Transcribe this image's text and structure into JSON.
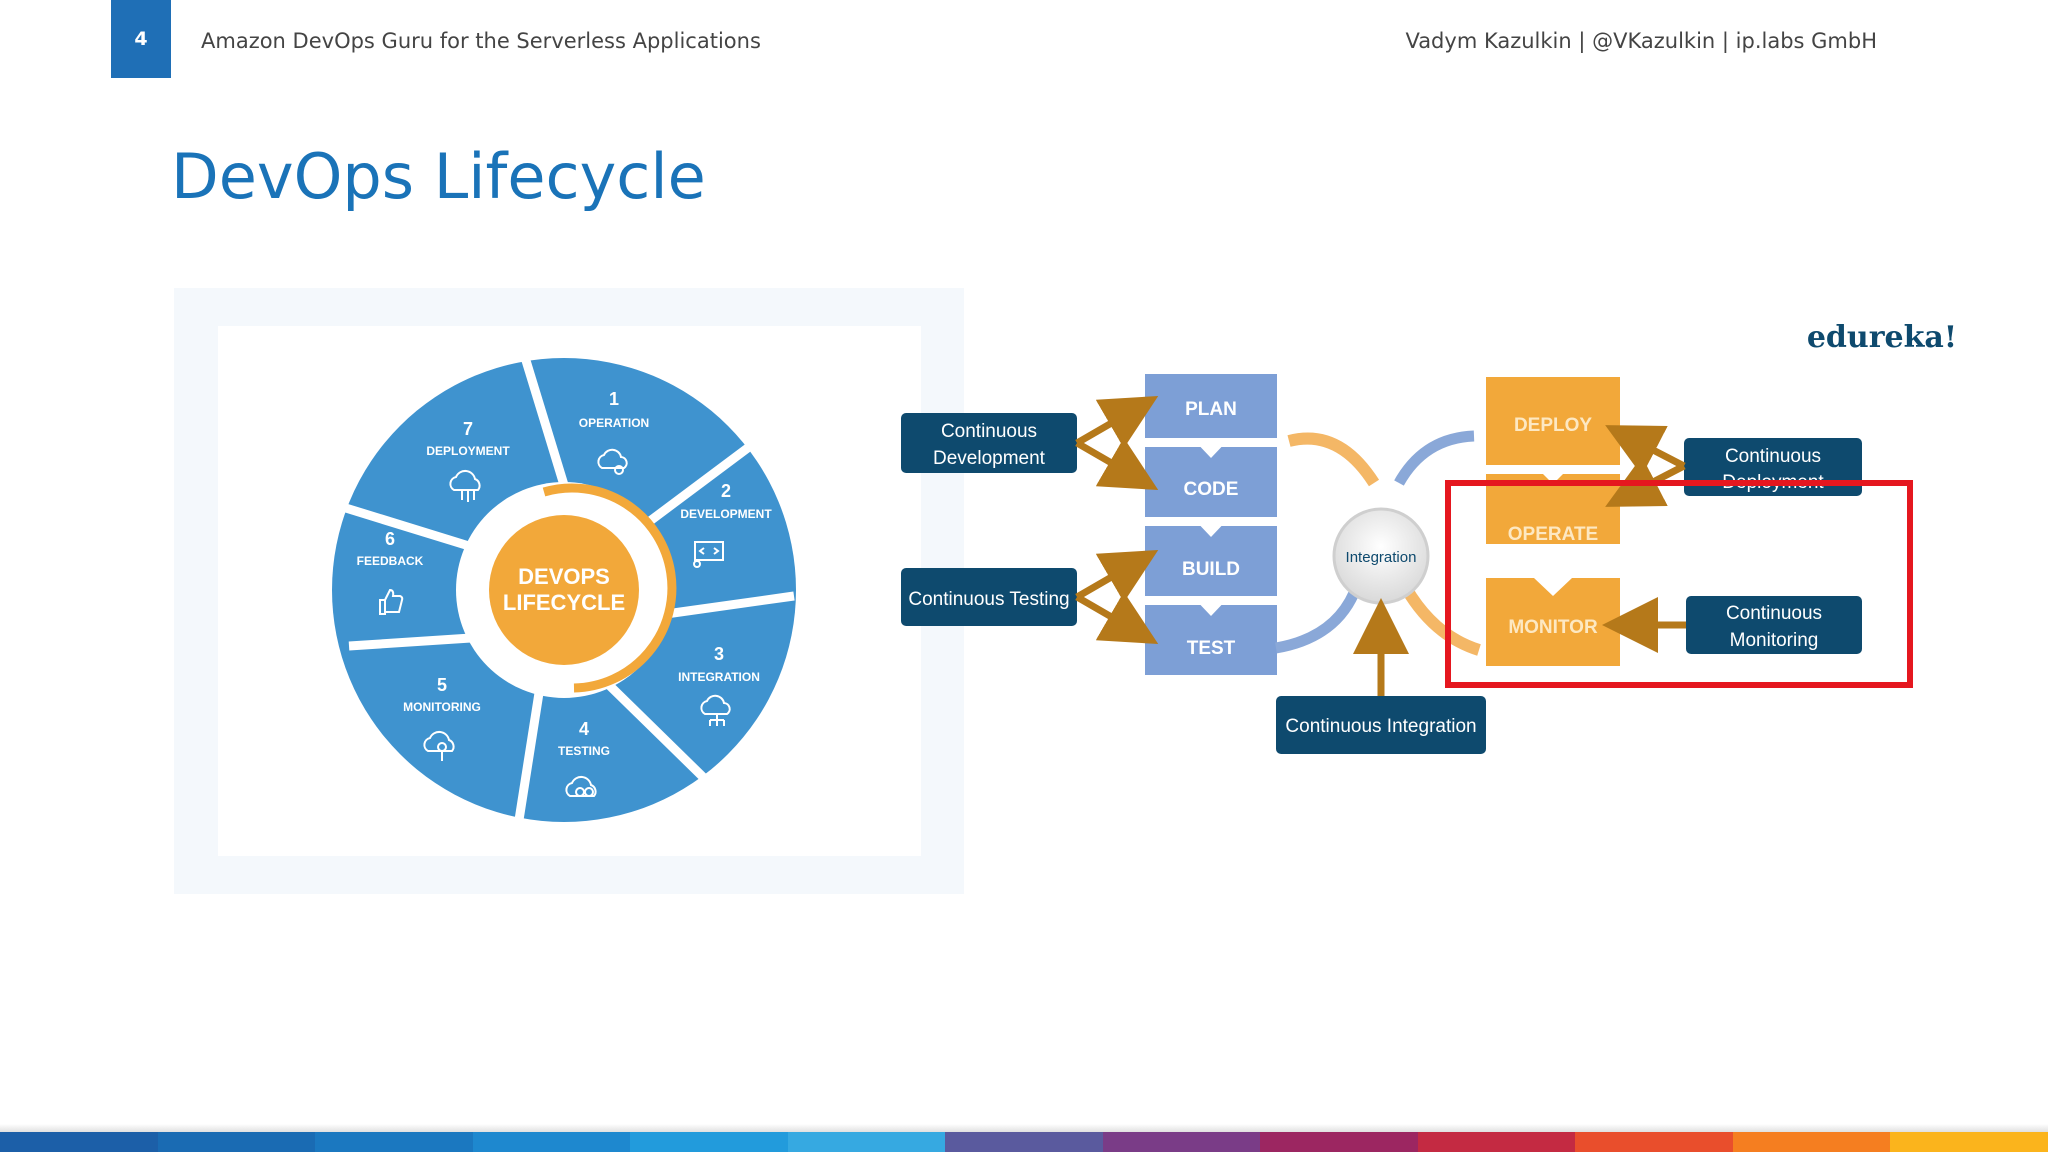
{
  "header": {
    "page_number": "4",
    "title": "Amazon DevOps Guru for the Serverless Applications",
    "author": "Vadym Kazulkin | @VKazulkin | ip.labs GmbH"
  },
  "slide": {
    "title": "DevOps Lifecycle"
  },
  "wheel": {
    "center": [
      "DEVOPS",
      "LIFECYCLE"
    ],
    "segments": [
      {
        "num": "1",
        "label": "OPERATION",
        "icon": "cloud-gear-icon"
      },
      {
        "num": "2",
        "label": "DEVELOPMENT",
        "icon": "code-monitor-icon"
      },
      {
        "num": "3",
        "label": "INTEGRATION",
        "icon": "cloud-network-icon"
      },
      {
        "num": "4",
        "label": "TESTING",
        "icon": "cloud-check-icon"
      },
      {
        "num": "5",
        "label": "MONITORING",
        "icon": "cloud-pin-icon"
      },
      {
        "num": "6",
        "label": "FEEDBACK",
        "icon": "thumbs-up-icon"
      },
      {
        "num": "7",
        "label": "DEPLOYMENT",
        "icon": "cloud-upload-icon"
      }
    ]
  },
  "flow": {
    "brand": "edureka!",
    "left_stack": [
      "PLAN",
      "CODE",
      "BUILD",
      "TEST"
    ],
    "right_stack": [
      "DEPLOY",
      "OPERATE",
      "MONITOR"
    ],
    "hub": "Integration",
    "labels": {
      "cont_dev": [
        "Continuous",
        "Development"
      ],
      "cont_test": "Continuous Testing",
      "cont_int": "Continuous Integration",
      "cont_deploy": [
        "Continuous",
        "Deployment"
      ],
      "cont_mon": [
        "Continuous",
        "Monitoring"
      ]
    }
  },
  "colors": {
    "accent_blue": "#1a73b8",
    "wheel_blue": "#3f93cf",
    "orange": "#f2a83a",
    "navy": "#0e4a6e",
    "stack_blue": "#7d9fd6",
    "highlight": "#e5171f"
  },
  "footer_colors": [
    "#1c5fa8",
    "#1a6bb3",
    "#1b78c0",
    "#1e88cf",
    "#229bdc",
    "#36a9e1",
    "#5a5a9e",
    "#7a3c87",
    "#9c2661",
    "#c42a42",
    "#e94e2c",
    "#f57e20",
    "#fbb41c"
  ]
}
